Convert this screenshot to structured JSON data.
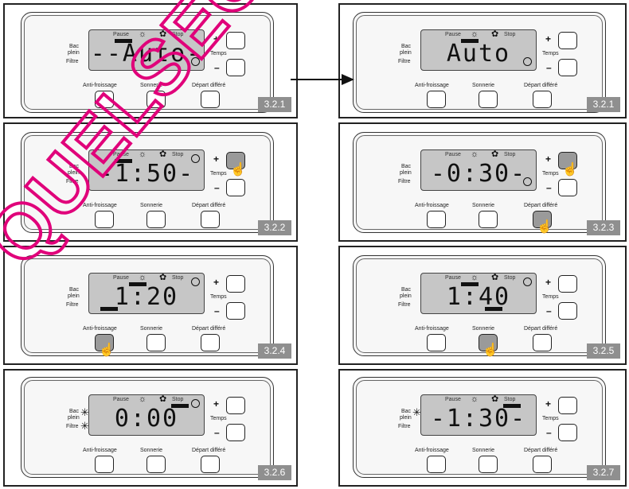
{
  "panels": [
    {
      "id": "p1",
      "label": "3.2.1",
      "digits": "--Auto-",
      "btn_plus": "+",
      "btn_minus": "–",
      "temps": "Temps",
      "bac": "Bac",
      "plein": "plein",
      "filtre": "Filtre",
      "pause": "Pause",
      "stop": "Stop",
      "anti": "Anti-froissage",
      "sonnerie": "Sonnerie",
      "depart": "Départ différé"
    },
    {
      "id": "p2",
      "label": "3.2.1",
      "digits": "Auto",
      "btn_plus": "+",
      "btn_minus": "–",
      "temps": "Temps",
      "bac": "Bac",
      "plein": "plein",
      "filtre": "Filtre",
      "pause": "Pause",
      "stop": "Stop",
      "anti": "Anti-froissage",
      "sonnerie": "Sonnerie",
      "depart": "Départ différé"
    },
    {
      "id": "p3",
      "label": "3.2.2",
      "digits": "-1:50-",
      "btn_plus": "+",
      "btn_minus": "–",
      "temps": "Temps",
      "bac": "Bac",
      "plein": "plein",
      "filtre": "Filtre",
      "pause": "Pause",
      "stop": "Stop",
      "anti": "Anti-froissage",
      "sonnerie": "Sonnerie",
      "depart": "Départ différé"
    },
    {
      "id": "p4",
      "label": "3.2.3",
      "digits": "-0:30-",
      "btn_plus": "+",
      "btn_minus": "–",
      "temps": "Temps",
      "bac": "Bac",
      "plein": "plein",
      "filtre": "Filtre",
      "pause": "Pause",
      "stop": "Stop",
      "anti": "Anti-froissage",
      "sonnerie": "Sonnerie",
      "depart": "Départ différé"
    },
    {
      "id": "p5",
      "label": "3.2.4",
      "digits": "1:20",
      "btn_plus": "+",
      "btn_minus": "–",
      "temps": "Temps",
      "bac": "Bac",
      "plein": "plein",
      "filtre": "Filtre",
      "pause": "Pause",
      "stop": "Stop",
      "anti": "Anti-froissage",
      "sonnerie": "Sonnerie",
      "depart": "Départ différé"
    },
    {
      "id": "p6",
      "label": "3.2.5",
      "digits": "1:40",
      "btn_plus": "+",
      "btn_minus": "–",
      "temps": "Temps",
      "bac": "Bac",
      "plein": "plein",
      "filtre": "Filtre",
      "pause": "Pause",
      "stop": "Stop",
      "anti": "Anti-froissage",
      "sonnerie": "Sonnerie",
      "depart": "Départ différé"
    },
    {
      "id": "p7",
      "label": "3.2.6",
      "digits": "0:00",
      "btn_plus": "+",
      "btn_minus": "–",
      "temps": "Temps",
      "bac": "Bac",
      "plein": "plein",
      "filtre": "Filtre",
      "pause": "Pause",
      "stop": "Stop",
      "anti": "Anti-froissage",
      "sonnerie": "Sonnerie",
      "depart": "Départ différé"
    },
    {
      "id": "p8",
      "label": "3.2.7",
      "digits": "-1:30-",
      "btn_plus": "+",
      "btn_minus": "–",
      "temps": "Temps",
      "bac": "Bac",
      "plein": "plein",
      "filtre": "Filtre",
      "pause": "Pause",
      "stop": "Stop",
      "anti": "Anti-froissage",
      "sonnerie": "Sonnerie",
      "depart": "Départ différé"
    }
  ],
  "watermark": {
    "text": "QUELSECH",
    "color": "#e0007a"
  }
}
